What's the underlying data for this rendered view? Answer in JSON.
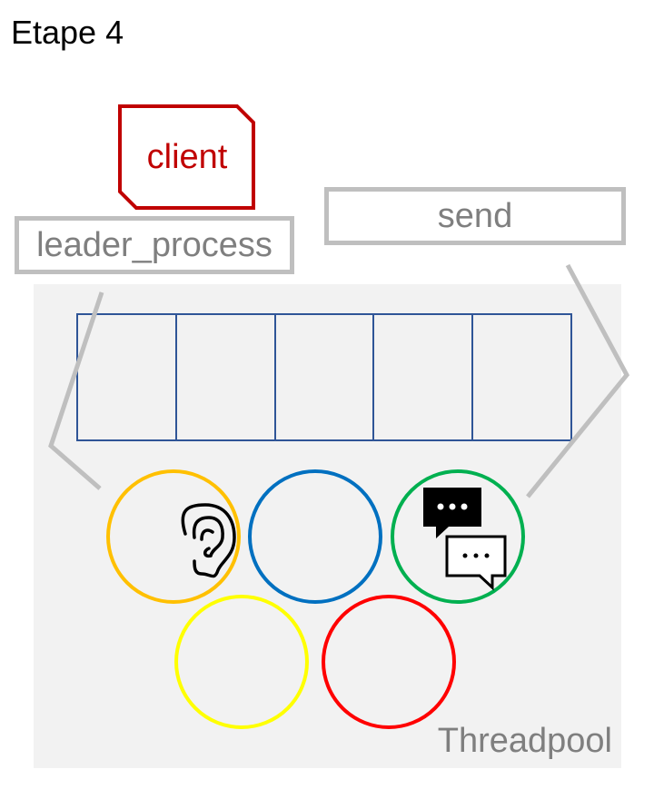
{
  "title": "Etape 4",
  "client": {
    "label": "client",
    "color": "#c00000"
  },
  "leader": {
    "label": "leader_process"
  },
  "send": {
    "label": "send"
  },
  "threadpool": {
    "label": "Threadpool"
  },
  "queue": {
    "slots": 5,
    "color": "#2f5597"
  },
  "threads": [
    {
      "name": "thread-orange",
      "color": "#ffc000",
      "icon": "ear-icon"
    },
    {
      "name": "thread-blue",
      "color": "#0070c0",
      "icon": ""
    },
    {
      "name": "thread-green",
      "color": "#00b050",
      "icon": "chat-bubbles-icon"
    },
    {
      "name": "thread-yellow",
      "color": "#ffff00",
      "icon": ""
    },
    {
      "name": "thread-red",
      "color": "#ff0000",
      "icon": ""
    }
  ]
}
